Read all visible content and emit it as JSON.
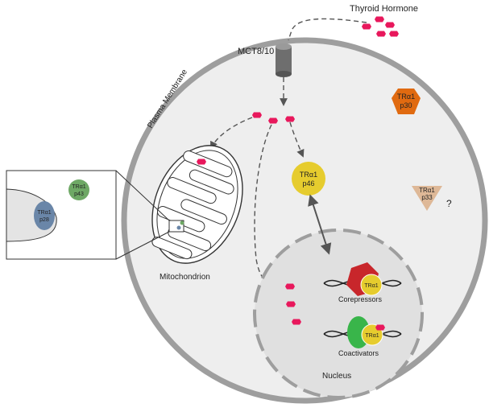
{
  "labels": {
    "thyroid_hormone": "Thyroid Hormone",
    "transporter": "MCT8/10",
    "plasma_membrane": "Plasma Membrane",
    "mitochondrion": "Mitochondrion",
    "nucleus": "Nucleus",
    "corepressors": "Corepressors",
    "coactivators": "Coactivators"
  },
  "isoforms": {
    "p30": {
      "line1": "TRα1",
      "line2": "p30"
    },
    "p46": {
      "line1": "TRα1",
      "line2": "p46"
    },
    "p33": {
      "line1": "TRα1",
      "line2": "p33",
      "note": "?"
    },
    "p43": {
      "line1": "TRα1",
      "line2": "p43"
    },
    "p28": {
      "line1": "TRα1",
      "line2": "p28"
    },
    "complex_tr_1": "TRα1",
    "complex_tr_2": "TRα1"
  },
  "colors": {
    "hormone": "#e8185c",
    "cell_fill": "#eeeeee",
    "cell_border": "#9e9e9e",
    "nucleus_fill": "#e0e0e0",
    "p30": "#e06a10",
    "p46": "#e6cc2e",
    "p33": "#deb897",
    "p43": "#6ea865",
    "p28": "#6a86a8",
    "corepressor": "#c8262b",
    "coactivator": "#39b54a"
  }
}
